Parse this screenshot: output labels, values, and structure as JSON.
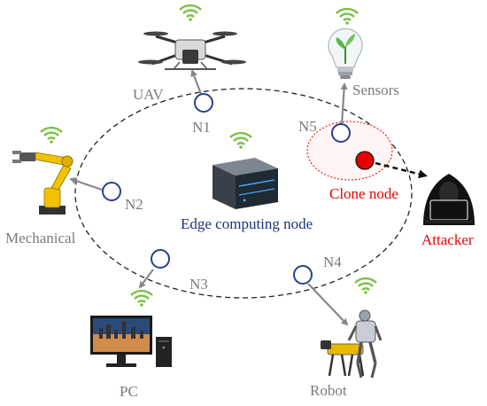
{
  "labels": {
    "uav": "UAV",
    "sensors": "Sensors",
    "mechanical": "Mechanical",
    "pc": "PC",
    "robot": "Robot",
    "edge": "Edge computing node",
    "clone": "Clone node",
    "attacker": "Attacker"
  },
  "nodes": {
    "n1": "N1",
    "n2": "N2",
    "n3": "N3",
    "n4": "N4",
    "n5": "N5"
  },
  "colors": {
    "node_stroke": "#2a3f8f",
    "edge_text": "#1f2f7a",
    "clone": "#e60000",
    "wifi": "#7bc043",
    "label_gray": "#7a7a7a",
    "arrow_gray": "#888888"
  },
  "icons": [
    "wifi-icon",
    "drone-icon",
    "bulb-sprout-icon",
    "robot-arm-icon",
    "server-icon",
    "hacker-icon",
    "monitor-icon",
    "pc-tower-icon",
    "robot-dog-icon",
    "humanoid-robot-icon"
  ]
}
